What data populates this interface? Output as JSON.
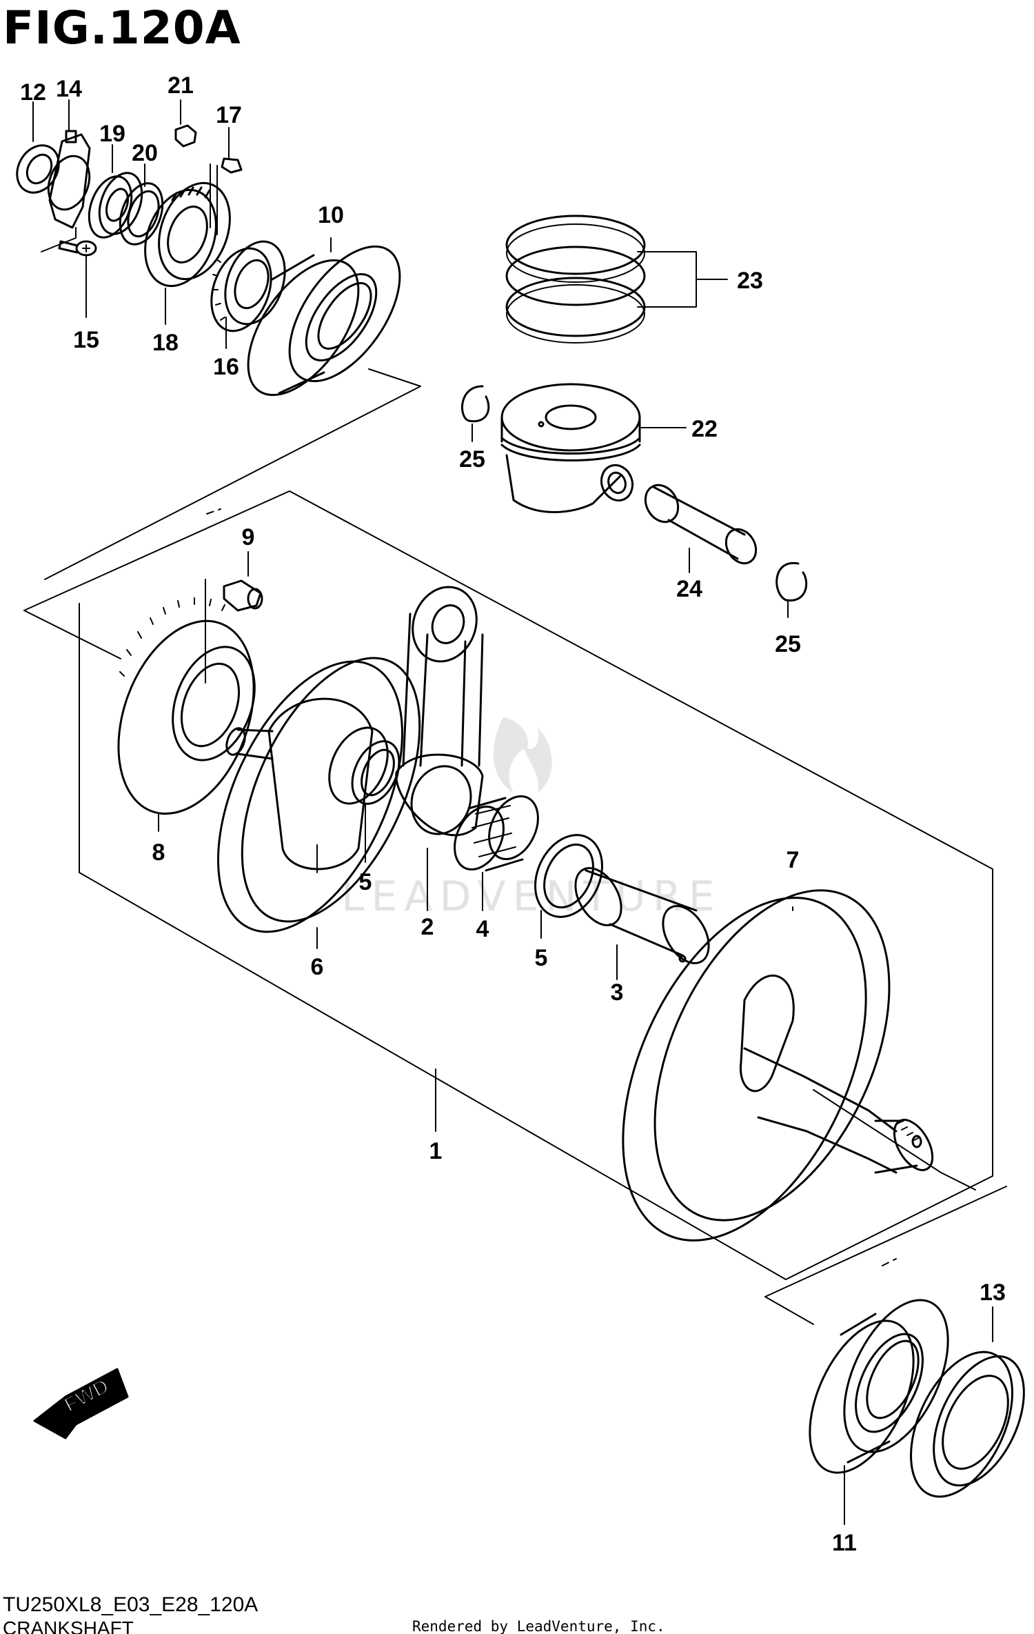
{
  "figure": {
    "title": "FIG.120A",
    "model_code": "TU250XL8_E03_E28_120A",
    "section_name": "CRANKSHAFT",
    "credit": "Rendered by LeadVenture, Inc.",
    "watermark": "LEADVENTURE",
    "direction_badge": "FWD"
  },
  "callouts": [
    {
      "part": "part-12",
      "label": "12"
    },
    {
      "part": "part-14",
      "label": "14"
    },
    {
      "part": "part-19",
      "label": "19"
    },
    {
      "part": "part-20",
      "label": "20"
    },
    {
      "part": "part-21",
      "label": "21"
    },
    {
      "part": "part-17",
      "label": "17"
    },
    {
      "part": "part-10",
      "label": "10"
    },
    {
      "part": "part-15",
      "label": "15"
    },
    {
      "part": "part-18",
      "label": "18"
    },
    {
      "part": "part-16",
      "label": "16"
    },
    {
      "part": "part-23",
      "label": "23"
    },
    {
      "part": "part-22",
      "label": "22"
    },
    {
      "part": "part-25a",
      "label": "25"
    },
    {
      "part": "part-24",
      "label": "24"
    },
    {
      "part": "part-25b",
      "label": "25"
    },
    {
      "part": "part-9",
      "label": "9"
    },
    {
      "part": "part-8",
      "label": "8"
    },
    {
      "part": "part-5a",
      "label": "5"
    },
    {
      "part": "part-6",
      "label": "6"
    },
    {
      "part": "part-2",
      "label": "2"
    },
    {
      "part": "part-4",
      "label": "4"
    },
    {
      "part": "part-5b",
      "label": "5"
    },
    {
      "part": "part-3",
      "label": "3"
    },
    {
      "part": "part-7",
      "label": "7"
    },
    {
      "part": "part-1",
      "label": "1"
    },
    {
      "part": "part-13",
      "label": "13"
    },
    {
      "part": "part-11",
      "label": "11"
    }
  ]
}
